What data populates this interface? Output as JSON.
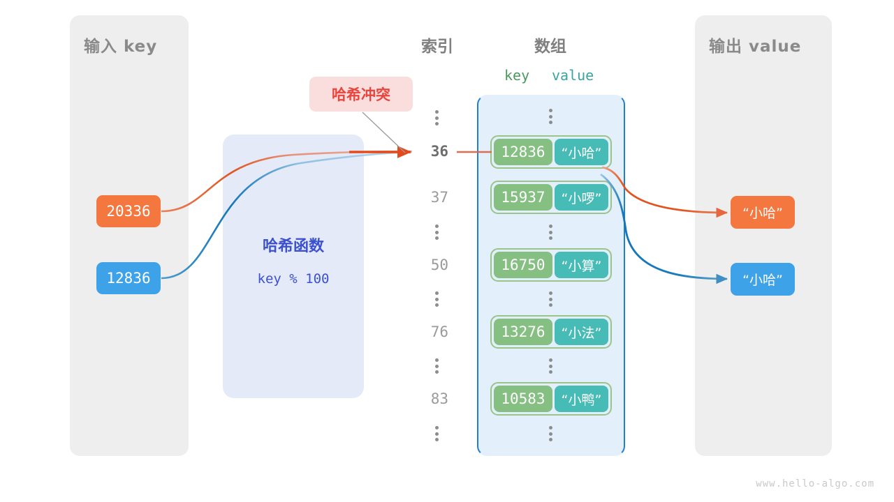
{
  "watermark": "www.hello-algo.com",
  "input_panel": {
    "title": "输入 key",
    "keys": [
      {
        "text": "20336",
        "color": "#f3773e"
      },
      {
        "text": "12836",
        "color": "#3ea2e8"
      }
    ]
  },
  "hash_function": {
    "title": "哈希函数",
    "formula": "key % 100",
    "color": "#3b51cf"
  },
  "collision": {
    "label": "哈希冲突",
    "text_color": "#e8463c",
    "bg_color": "#fadddd"
  },
  "index_column": {
    "heading": "索引",
    "items": [
      {
        "type": "dots"
      },
      {
        "type": "label",
        "text": "36",
        "active": true
      },
      {
        "type": "label",
        "text": "37",
        "active": false
      },
      {
        "type": "dots"
      },
      {
        "type": "label",
        "text": "50",
        "active": false
      },
      {
        "type": "dots"
      },
      {
        "type": "label",
        "text": "76",
        "active": false
      },
      {
        "type": "dots"
      },
      {
        "type": "label",
        "text": "83",
        "active": false
      },
      {
        "type": "dots"
      }
    ]
  },
  "array_column": {
    "heading": "数组",
    "key_header": "key",
    "value_header": "value",
    "key_color": "#4a9a5e",
    "value_color": "#3aa5a0",
    "entries": [
      {
        "type": "dots"
      },
      {
        "type": "entry",
        "key": "12836",
        "value": "“小哈”"
      },
      {
        "type": "entry",
        "key": "15937",
        "value": "“小啰”"
      },
      {
        "type": "dots"
      },
      {
        "type": "entry",
        "key": "16750",
        "value": "“小算”"
      },
      {
        "type": "dots"
      },
      {
        "type": "entry",
        "key": "13276",
        "value": "“小法”"
      },
      {
        "type": "dots"
      },
      {
        "type": "entry",
        "key": "10583",
        "value": "“小鸭”"
      },
      {
        "type": "dots"
      }
    ]
  },
  "output_panel": {
    "title": "输出 value",
    "values": [
      {
        "text": "“小哈”",
        "color": "#f3773e"
      },
      {
        "text": "“小哈”",
        "color": "#3ea2e8"
      }
    ]
  }
}
